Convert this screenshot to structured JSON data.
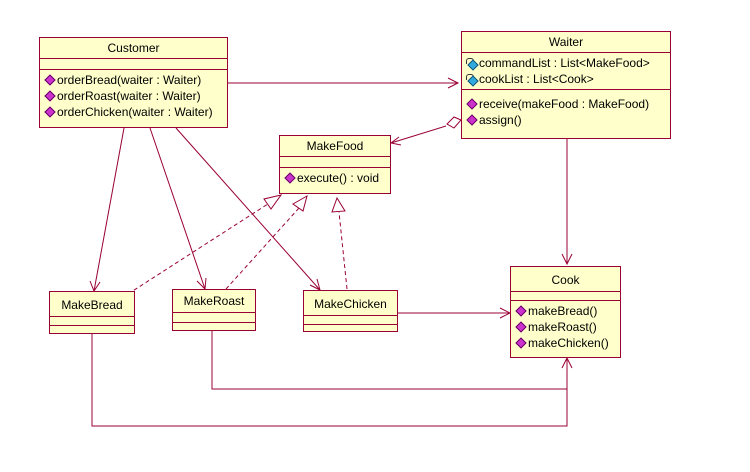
{
  "classes": {
    "customer": {
      "name": "Customer",
      "operations": [
        "orderBread(waiter : Waiter)",
        "orderRoast(waiter : Waiter)",
        "orderChicken(waiter : Waiter)"
      ]
    },
    "waiter": {
      "name": "Waiter",
      "attributes": [
        "commandList : List<MakeFood>",
        "cookList : List<Cook>"
      ],
      "operations": [
        "receive(makeFood : MakeFood)",
        "assign()"
      ]
    },
    "makefood": {
      "name": "MakeFood",
      "operations": [
        "execute() : void"
      ]
    },
    "makebread": {
      "name": "MakeBread"
    },
    "makeroast": {
      "name": "MakeRoast"
    },
    "makechicken": {
      "name": "MakeChicken"
    },
    "cook": {
      "name": "Cook",
      "operations": [
        "makeBread()",
        "makeRoast()",
        "makeChicken()"
      ]
    }
  },
  "colors": {
    "line": "#990033",
    "fill": "#ffffcc"
  }
}
